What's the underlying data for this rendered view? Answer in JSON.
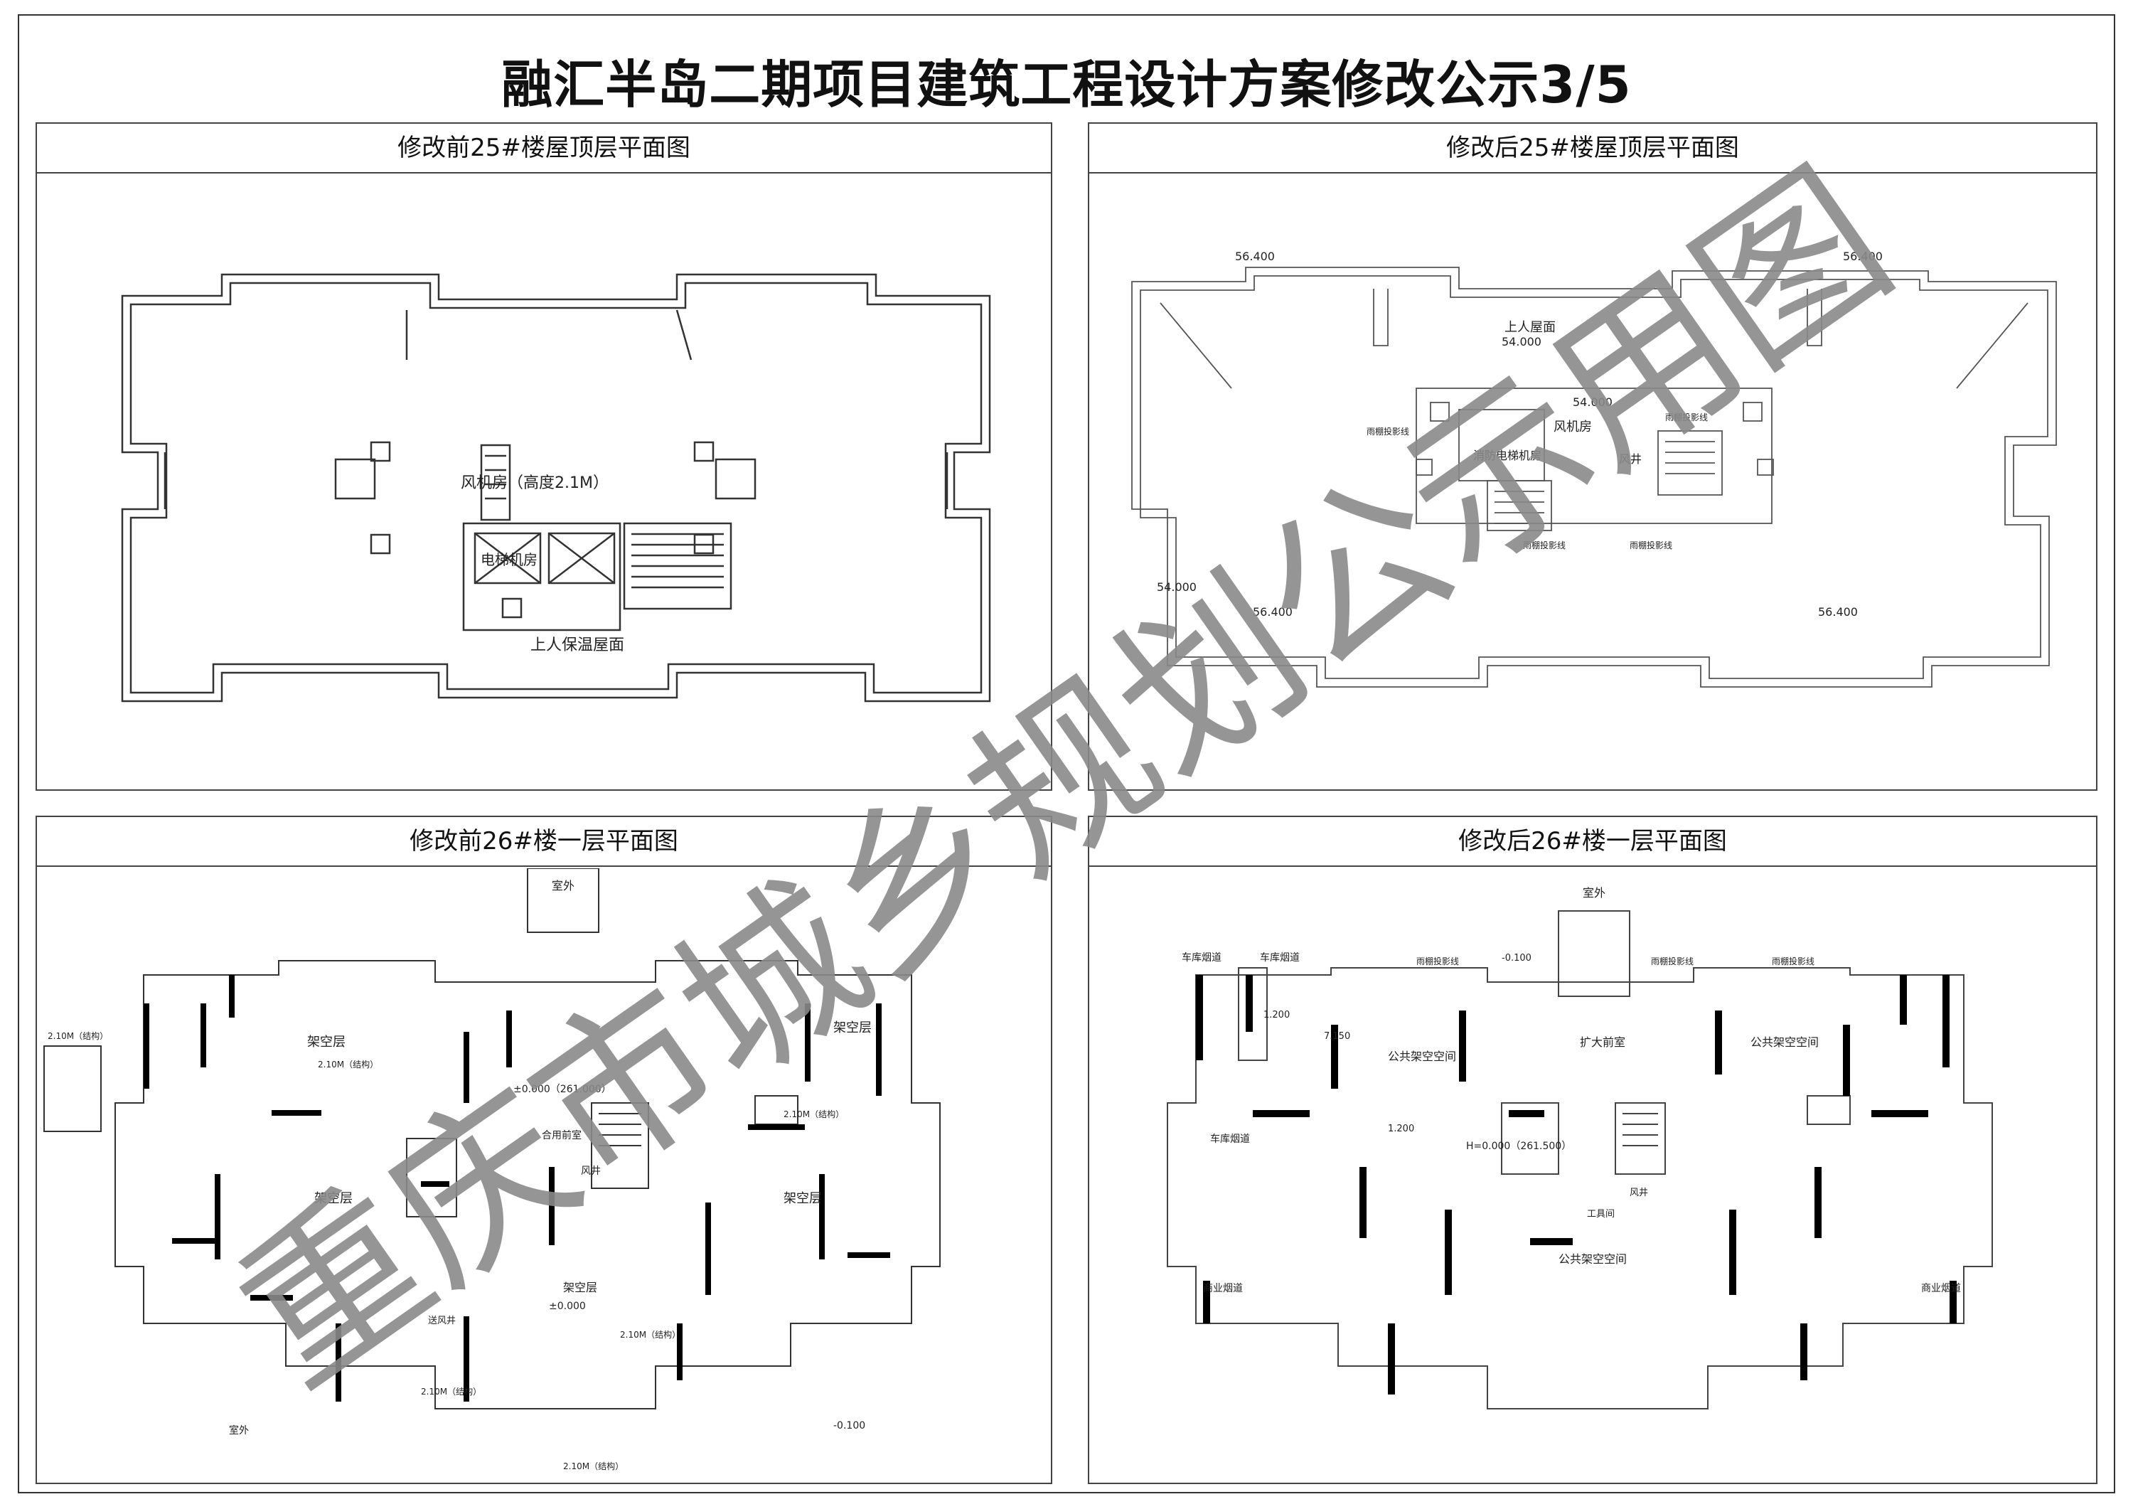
{
  "title": "融汇半岛二期项目建筑工程设计方案修改公示3/5",
  "panels": {
    "p1": {
      "heading": "修改前25#楼屋顶层平面图",
      "labels": {
        "fan_room": "风机房（高度2.1M）",
        "elevator_room": "电梯机房",
        "roof": "上人保温屋面"
      }
    },
    "p2": {
      "heading": "修改后25#楼屋顶层平面图",
      "labels": {
        "elev_a": "56.400",
        "elev_b": "56.400",
        "elev_c": "54.000",
        "elev_d": "54.000",
        "elev_e": "54.000",
        "elev_f": "56.400",
        "elev_g": "56.400",
        "roof": "上人屋面",
        "fan_room": "风机房",
        "elevator_room": "消防电梯机房",
        "shaft": "风井",
        "rain_a": "雨棚投影线",
        "rain_b": "雨棚投影线",
        "rain_c": "雨棚投影线",
        "rain_d": "雨棚投影线"
      }
    },
    "p3": {
      "heading": "修改前26#楼一层平面图",
      "labels": {
        "outdoor_top": "室外",
        "pilotis_a": "架空层",
        "pilotis_b": "架空层",
        "pilotis_c": "架空层",
        "pilotis_d": "架空层",
        "pilotis_e": "架空层",
        "elev_a": "±0.000（261.000）",
        "elev_b": "±0.000",
        "elev_c": "-0.100",
        "lobby": "合用前室",
        "shaft": "风井",
        "ht_a": "2.10M（结构）",
        "ht_b": "2.10M（结构）",
        "ht_c": "2.10M（结构）",
        "ht_d": "2.10M（结构）",
        "ht_e": "2.10M（结构）",
        "ht_f": "2.10M（结构）",
        "outdoor_bottom": "室外",
        "vent": "送风井"
      }
    },
    "p4": {
      "heading": "修改后26#楼一层平面图",
      "labels": {
        "outdoor": "室外",
        "garage_a": "车库烟道",
        "garage_b": "车库烟道",
        "garage_c": "车库烟道",
        "elev_a": "-0.100",
        "elev_b": "1.200",
        "elev_c": "7.150",
        "elev_d": "1.200",
        "elev_main": "H=0.000（261.500）",
        "lobby": "扩大前室",
        "public_a": "公共架空空间",
        "public_b": "公共架空空间",
        "public_c": "公共架空空间",
        "shop_a": "商业烟道",
        "shop_b": "商业烟道",
        "rain_a": "雨棚投影线",
        "rain_b": "雨棚投影线",
        "rain_c": "雨棚投影线",
        "shaft": "风井",
        "equip": "工具间"
      }
    }
  },
  "watermark": {
    "text": "重庆市城乡规划公示用图",
    "color": "#8a8a8a"
  }
}
